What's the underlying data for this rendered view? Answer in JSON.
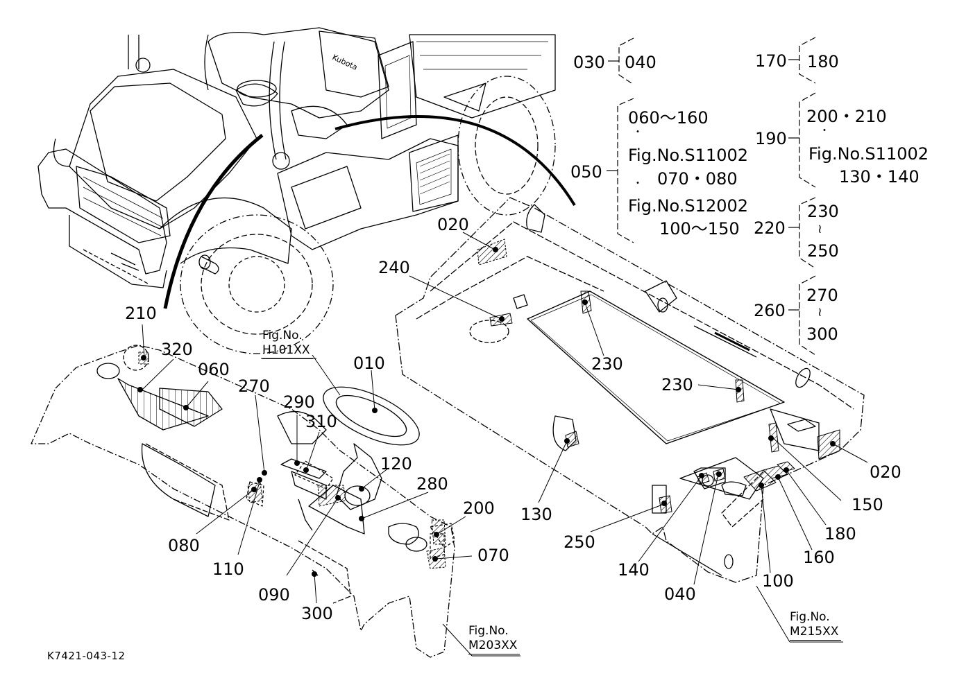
{
  "diagram": {
    "title": "Kubota utility vehicle - dashboard, cargo bed label locations",
    "drawing_code": "K7421-043-12",
    "brand_mark": "Kubota"
  },
  "callouts": {
    "c010": "010",
    "c020a": "020",
    "c020b": "020",
    "c040": "040",
    "c060": "060",
    "c070": "070",
    "c080": "080",
    "c090": "090",
    "c100": "100",
    "c110": "110",
    "c120": "120",
    "c130": "130",
    "c140": "140",
    "c150": "150",
    "c160": "160",
    "c180": "180",
    "c200": "200",
    "c210": "210",
    "c230a": "230",
    "c230b": "230",
    "c240": "240",
    "c250": "250",
    "c270": "270",
    "c280": "280",
    "c290": "290",
    "c300": "300",
    "c310": "310",
    "c320": "320"
  },
  "figure_refs": {
    "h101": {
      "prefix": "Fig.No.",
      "number": "H101XX"
    },
    "m203": {
      "prefix": "Fig.No.",
      "number": "M203XX"
    },
    "m215": {
      "prefix": "Fig.No.",
      "number": "M215XX"
    }
  },
  "groups": [
    {
      "parent": "030",
      "lines": [
        "040"
      ]
    },
    {
      "parent": "050",
      "lines": [
        "060～160",
        "・",
        "Fig.No.S11002",
        "070・080",
        "・",
        "Fig.No.S12002",
        "100～150"
      ]
    },
    {
      "parent": "170",
      "lines": [
        "180"
      ]
    },
    {
      "parent": "190",
      "lines": [
        "200・210",
        "・",
        "Fig.No.S11002",
        "130・140"
      ]
    },
    {
      "parent": "220",
      "lines": [
        "230",
        "≀",
        "250"
      ]
    },
    {
      "parent": "260",
      "lines": [
        "270",
        "≀",
        "300"
      ]
    }
  ]
}
